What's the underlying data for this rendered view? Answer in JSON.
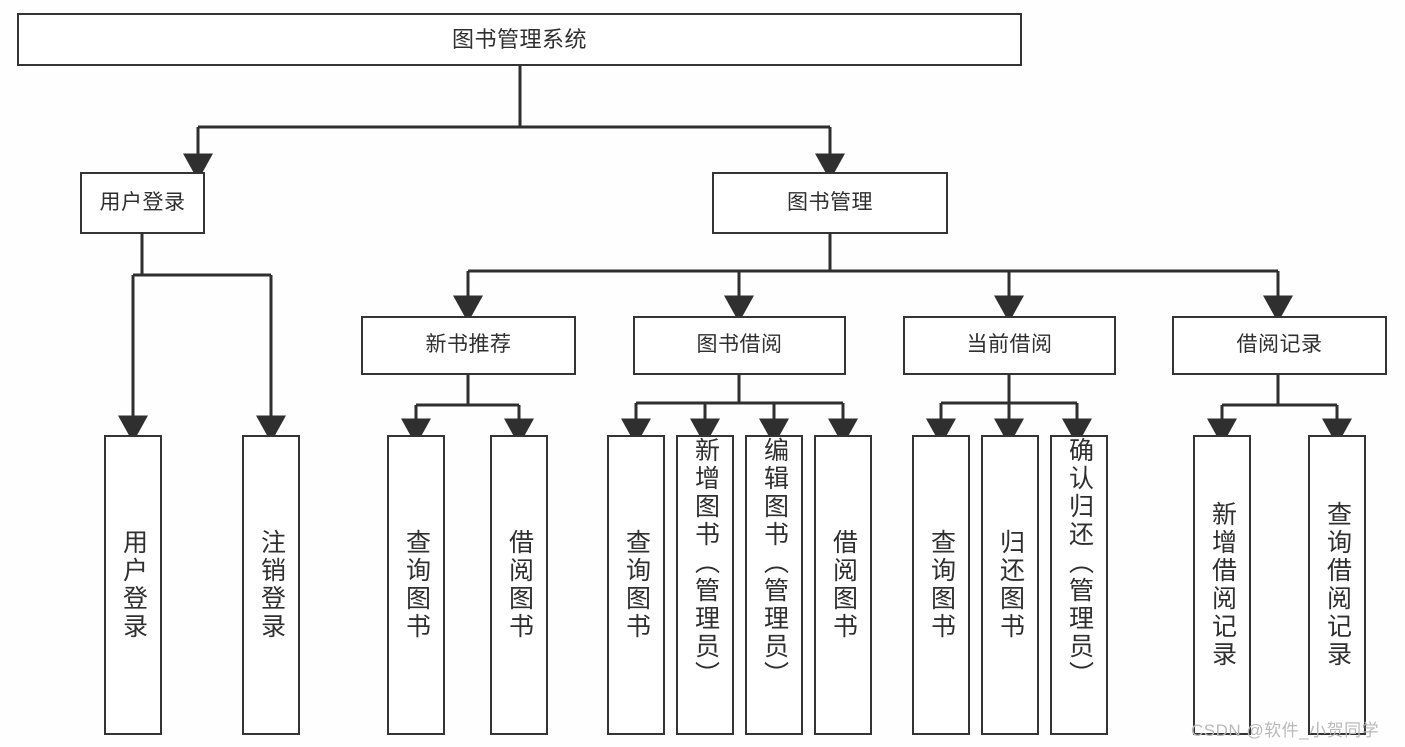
{
  "diagram": {
    "type": "tree-hierarchy",
    "title": "图书管理系统",
    "root": {
      "label": "图书管理系统"
    },
    "level2": [
      {
        "id": "user-login",
        "label": "用户登录"
      },
      {
        "id": "book-management",
        "label": "图书管理"
      }
    ],
    "level3": [
      {
        "id": "new-book-recommend",
        "label": "新书推荐",
        "parent": "book-management"
      },
      {
        "id": "book-borrow",
        "label": "图书借阅",
        "parent": "book-management"
      },
      {
        "id": "current-borrow",
        "label": "当前借阅",
        "parent": "book-management"
      },
      {
        "id": "borrow-record",
        "label": "借阅记录",
        "parent": "book-management"
      }
    ],
    "leaves": [
      {
        "id": "leaf-user-login",
        "label": "用户登录",
        "parent": "user-login"
      },
      {
        "id": "leaf-logout",
        "label": "注销登录",
        "parent": "user-login"
      },
      {
        "id": "leaf-query-book-1",
        "label": "查询图书",
        "parent": "new-book-recommend"
      },
      {
        "id": "leaf-borrow-book-1",
        "label": "借阅图书",
        "parent": "new-book-recommend"
      },
      {
        "id": "leaf-query-book-2",
        "label": "查询图书",
        "parent": "book-borrow"
      },
      {
        "id": "leaf-add-book",
        "label": "新增图书（管理员）",
        "parent": "book-borrow"
      },
      {
        "id": "leaf-edit-book",
        "label": "编辑图书（管理员）",
        "parent": "book-borrow"
      },
      {
        "id": "leaf-borrow-book-2",
        "label": "借阅图书",
        "parent": "book-borrow"
      },
      {
        "id": "leaf-query-book-3",
        "label": "查询图书",
        "parent": "current-borrow"
      },
      {
        "id": "leaf-return-book",
        "label": "归还图书",
        "parent": "current-borrow"
      },
      {
        "id": "leaf-confirm-return",
        "label": "确认归还（管理员）",
        "parent": "current-borrow"
      },
      {
        "id": "leaf-add-record",
        "label": "新增借阅记录",
        "parent": "borrow-record"
      },
      {
        "id": "leaf-query-record",
        "label": "查询借阅记录",
        "parent": "borrow-record"
      }
    ]
  },
  "watermark": {
    "text": "CSDN @软件_小贺同学"
  },
  "colors": {
    "border": "#343434",
    "text": "#2f2f2f",
    "background": "#fefefe",
    "watermark": "#b9b9b9"
  }
}
